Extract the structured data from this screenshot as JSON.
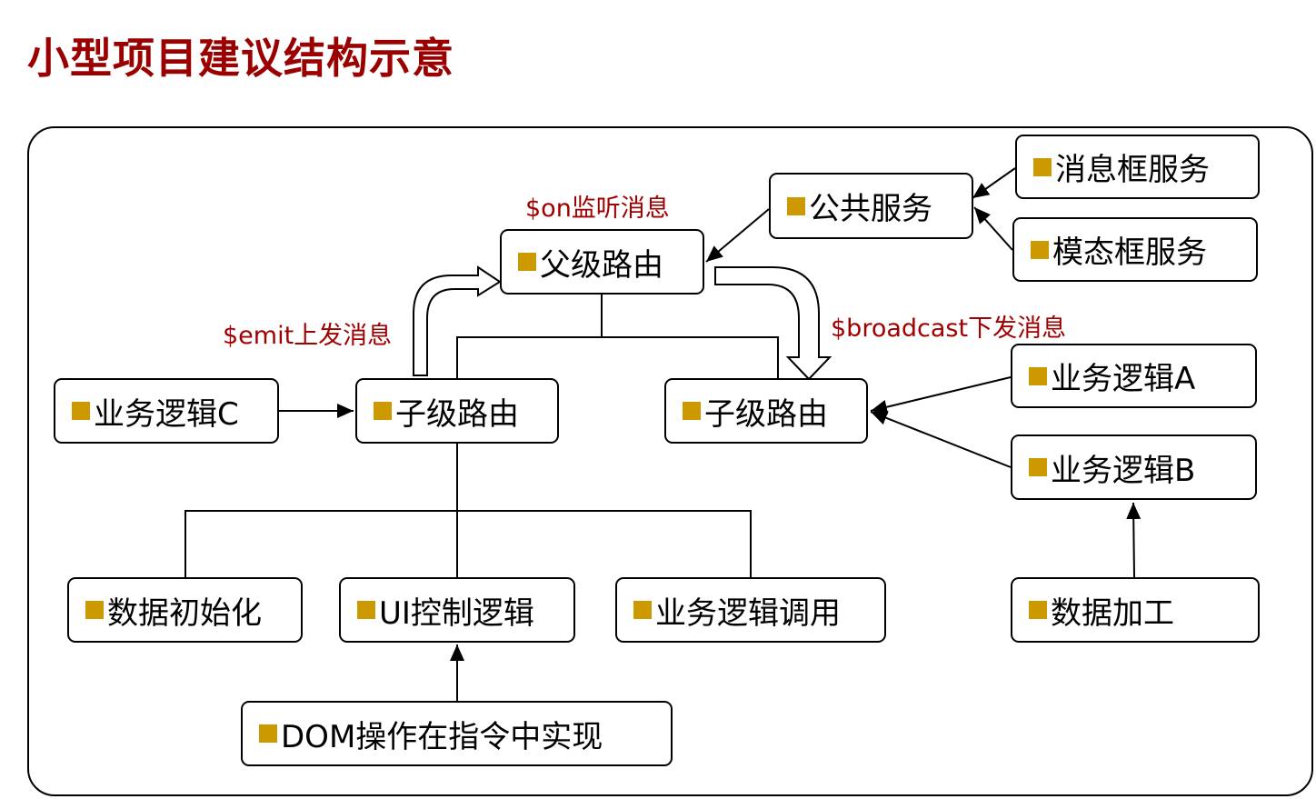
{
  "title": "小型项目建议结构示意",
  "colors": {
    "title": "#9b0000",
    "label": "#a00000",
    "bullet": "#cc9900"
  },
  "nodes": {
    "msgbox": "消息框服务",
    "modal": "模态框服务",
    "common": "公共服务",
    "parent": "父级路由",
    "child_left": "子级路由",
    "child_right": "子级路由",
    "logic_c": "业务逻辑C",
    "logic_a": "业务逻辑A",
    "logic_b": "业务逻辑B",
    "data_init": "数据初始化",
    "ui_ctrl": "UI控制逻辑",
    "logic_call": "业务逻辑调用",
    "data_proc": "数据加工",
    "dom": "DOM操作在指令中实现"
  },
  "labels": {
    "on": "$on监听消息",
    "emit": "$emit上发消息",
    "broadcast": "$broadcast下发消息"
  }
}
